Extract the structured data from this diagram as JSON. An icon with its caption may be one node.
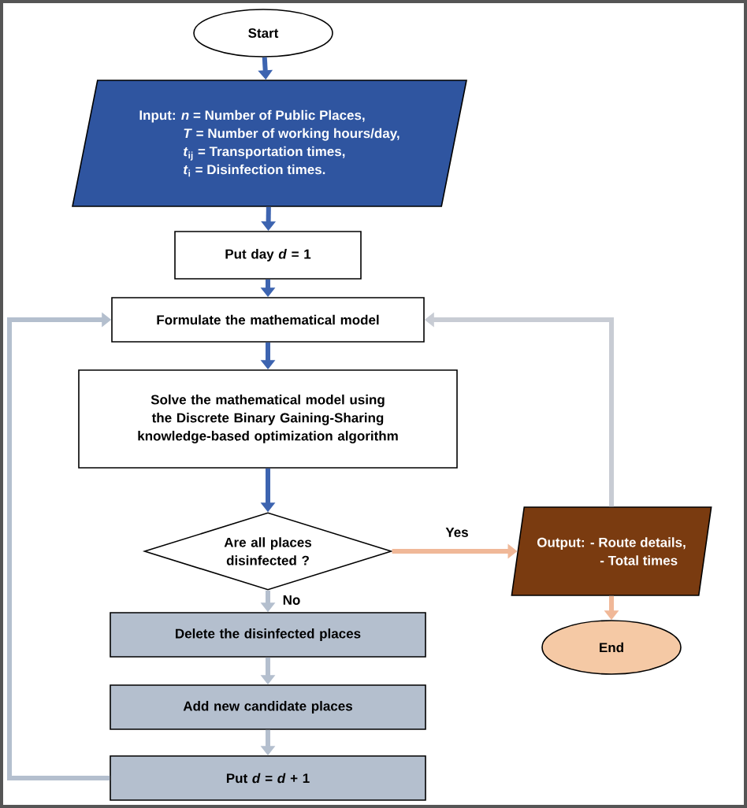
{
  "diagram": {
    "nodes": [
      {
        "text": [
          "Start"
        ]
      },
      {
        "text": [
          "Input: *n* = Number of Public Places,",
          "*T* = Number of working hours/day,",
          "*t*$_{ij}$ = Transportation times,",
          "*t*$_{i}$ = Disinfection times."
        ]
      },
      {
        "text": [
          "Put day *d* = 1"
        ]
      },
      {
        "text": [
          "Formulate the mathematical model"
        ]
      },
      {
        "text": [
          "Solve the mathematical model using the Discrete Binary Gaining-Sharing knowledge-based optimization algorithm"
        ]
      },
      {
        "text": [
          "Are all places disinfected ?"
        ]
      },
      {
        "text": [
          "Output: - Route details,",
          "- Total times"
        ]
      },
      {
        "text": [
          "End"
        ]
      },
      {
        "text": [
          "Delete the disinfected places"
        ]
      },
      {
        "text": [
          "Add new candidate places"
        ]
      },
      {
        "text": [
          "Put *d* = *d* + 1"
        ]
      }
    ],
    "edges": [
      {
        "from": 0,
        "to": 1,
        "arrow": "to"
      },
      {
        "from": 1,
        "to": 2,
        "arrow": "to"
      },
      {
        "from": 2,
        "to": 3,
        "arrow": "to"
      },
      {
        "from": 3,
        "to": 4,
        "arrow": "to"
      },
      {
        "from": 4,
        "to": 5,
        "arrow": "to"
      },
      {
        "from": 5,
        "to": 6,
        "arrow": "to",
        "label": "Yes",
        "color": "#f0b898"
      },
      {
        "from": 6,
        "to": 7,
        "arrow": "to",
        "color": "#f0b898"
      },
      {
        "from": 6,
        "to": 3,
        "arrow": "to",
        "color": "#c8ccd4"
      },
      {
        "from": 5,
        "to": 8,
        "arrow": "to",
        "label": "No",
        "color": "#b4bfce"
      },
      {
        "from": 8,
        "to": 9,
        "arrow": "to",
        "color": "#b4bfce"
      },
      {
        "from": 9,
        "to": 10,
        "arrow": "to",
        "color": "#b4bfce"
      },
      {
        "from": 10,
        "to": 3,
        "arrow": "to",
        "color": "#b4bfce"
      }
    ]
  }
}
